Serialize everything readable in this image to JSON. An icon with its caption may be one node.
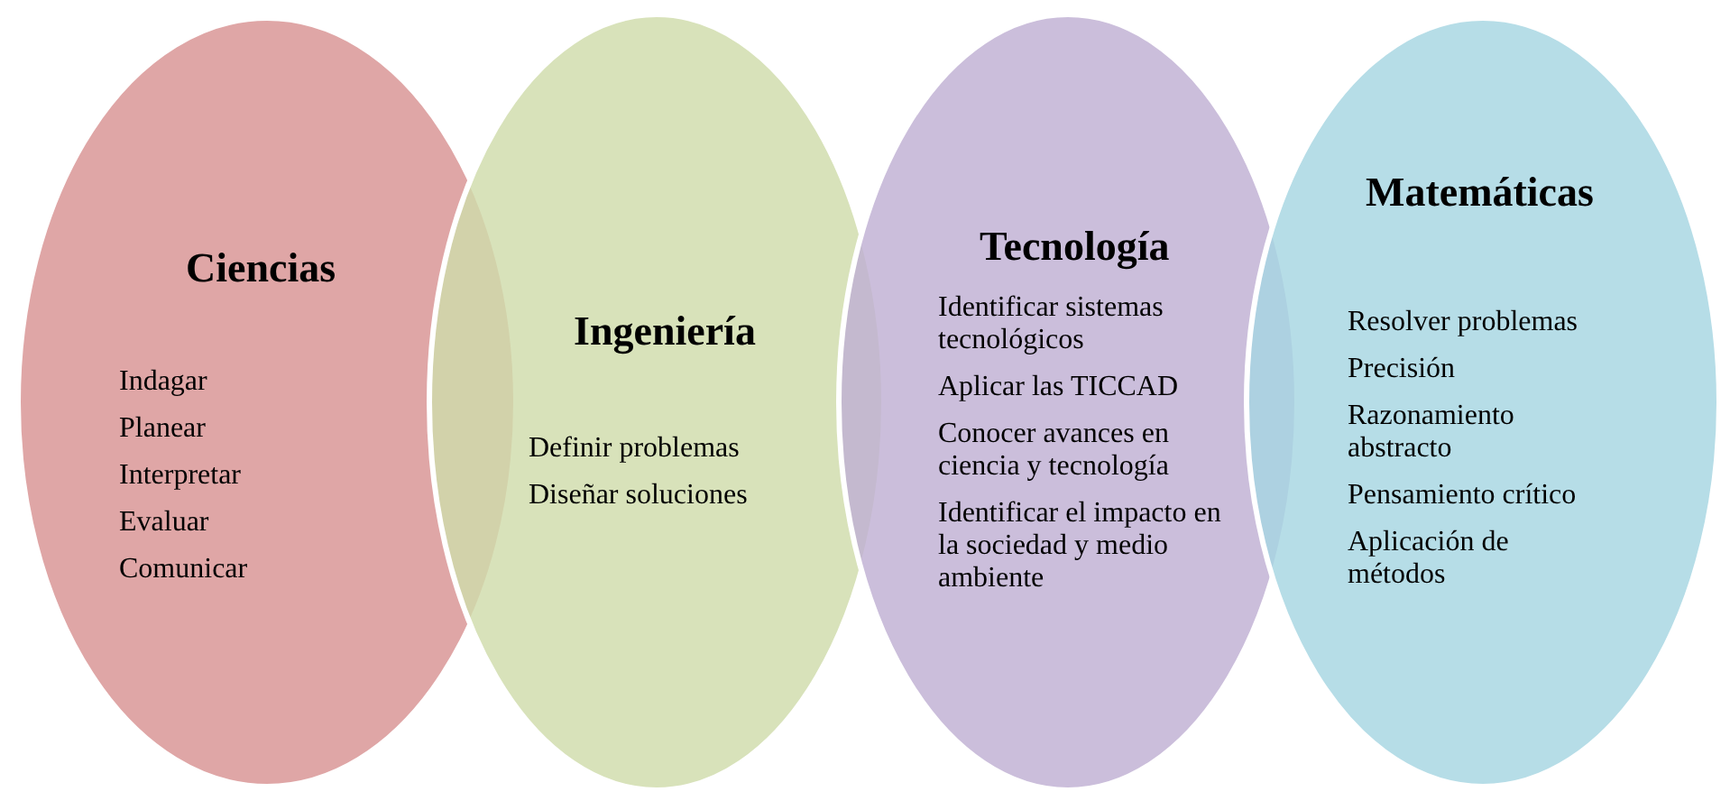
{
  "diagram": {
    "nodes": [
      {
        "text": [
          "Ciencias",
          "Indagar",
          "Planear",
          "Interpretar",
          "Evaluar",
          "Comunicar"
        ]
      },
      {
        "text": [
          "Ingeniería",
          "Definir problemas",
          "Diseñar soluciones"
        ]
      },
      {
        "text": [
          "Tecnología",
          "Identificar sistemas tecnológicos",
          "Aplicar las TICCAD",
          "Conocer avances en ciencia y tecnología",
          "Identificar el impacto en la sociedad y medio ambiente"
        ]
      },
      {
        "text": [
          "Matemáticas",
          "Resolver problemas",
          "Precisión",
          "Razonamiento abstracto",
          "Pensamiento crítico",
          "Aplicación de métodos"
        ]
      }
    ],
    "edges": []
  }
}
